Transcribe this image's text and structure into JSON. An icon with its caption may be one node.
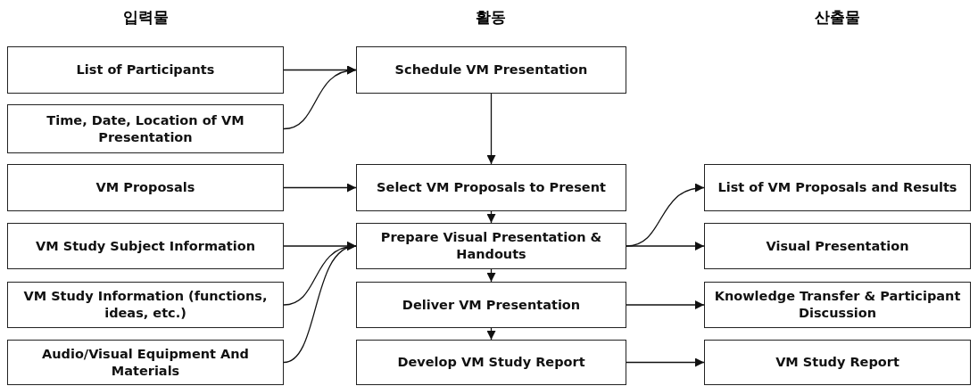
{
  "diagram": {
    "nodes": [
      {
        "text": [
          "List of Participants"
        ]
      },
      {
        "text": [
          "Schedule VM Presentation"
        ]
      },
      {
        "text": [
          "Time, Date, Location of VM Presentation"
        ]
      },
      {
        "text": [
          "VM Proposals"
        ]
      },
      {
        "text": [
          "Select VM Proposals to Present"
        ]
      },
      {
        "text": [
          "List of VM Proposals and Results"
        ]
      },
      {
        "text": [
          "VM Study Subject Information"
        ]
      },
      {
        "text": [
          "Prepare Visual Presentation & Handouts"
        ]
      },
      {
        "text": [
          "Visual Presentation"
        ]
      },
      {
        "text": [
          "VM Study Information (functions, ideas, etc.)"
        ]
      },
      {
        "text": [
          "Deliver VM Presentation"
        ]
      },
      {
        "text": [
          "Knowledge Transfer & Participant Discussion"
        ]
      },
      {
        "text": [
          "Audio/Visual Equipment And Materials"
        ]
      },
      {
        "text": [
          "Develop VM Study Report"
        ]
      },
      {
        "text": [
          "VM Study Report"
        ]
      }
    ],
    "edges": [
      {
        "from": 0,
        "to": 1,
        "arrow": "to"
      },
      {
        "from": 2,
        "to": 1,
        "arrow": "to"
      },
      {
        "from": 1,
        "to": 4,
        "arrow": "to"
      },
      {
        "from": 3,
        "to": 4,
        "arrow": "to"
      },
      {
        "from": 4,
        "to": 7,
        "arrow": "to"
      },
      {
        "from": 6,
        "to": 7,
        "arrow": "to"
      },
      {
        "from": 9,
        "to": 7,
        "arrow": "to"
      },
      {
        "from": 12,
        "to": 7,
        "arrow": "to"
      },
      {
        "from": 7,
        "to": 5,
        "arrow": "to"
      },
      {
        "from": 7,
        "to": 8,
        "arrow": "to"
      },
      {
        "from": 7,
        "to": 10,
        "arrow": "to"
      },
      {
        "from": 10,
        "to": 11,
        "arrow": "to"
      },
      {
        "from": 10,
        "to": 13,
        "arrow": "to"
      },
      {
        "from": 13,
        "to": 14,
        "arrow": "to"
      }
    ],
    "labels": [
      "입력물",
      "활동",
      "산출물"
    ]
  }
}
